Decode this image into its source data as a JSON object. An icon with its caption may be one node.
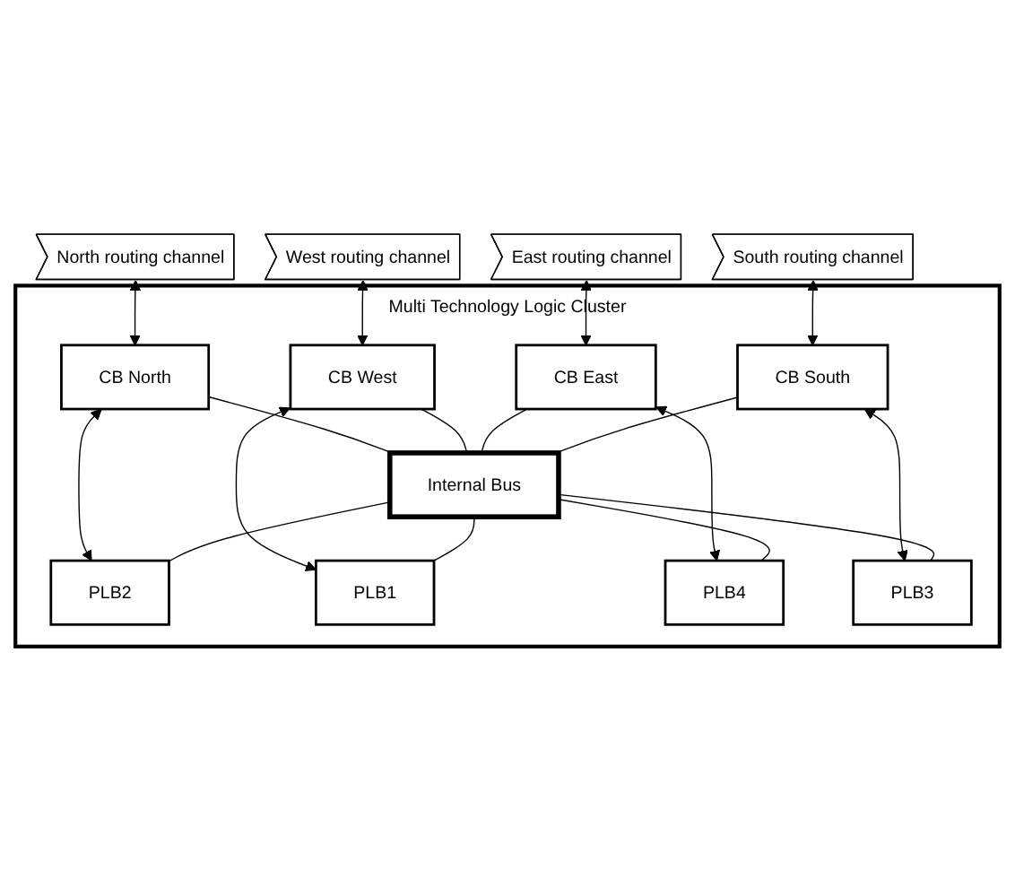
{
  "diagram": {
    "nodes": [
      {
        "text": [
          "North routing channel"
        ]
      },
      {
        "text": [
          "Multi Technology Logic Cluster"
        ]
      },
      {
        "text": [
          "CB North"
        ],
        "in": 1
      },
      {
        "text": [
          "Internal Bus"
        ],
        "in": 1
      },
      {
        "text": [
          "PLB2"
        ],
        "in": 1
      },
      {
        "text": [
          "West routing channel"
        ]
      },
      {
        "text": [
          "CB West"
        ],
        "in": 1
      },
      {
        "text": [
          "PLB1"
        ],
        "in": 1
      },
      {
        "text": [
          "PLB4"
        ],
        "in": 1
      },
      {
        "text": [
          "CB East"
        ],
        "in": 1
      },
      {
        "text": [
          "East routing channel"
        ]
      },
      {
        "text": [
          "PLB3"
        ],
        "in": 1
      },
      {
        "text": [
          "CB South"
        ],
        "in": 1
      },
      {
        "text": [
          "South routing channel"
        ]
      }
    ],
    "edges": [
      {
        "from": 0,
        "to": 2,
        "arrow": "both"
      },
      {
        "from": 2,
        "to": 4,
        "arrow": "both"
      },
      {
        "from": 2,
        "to": 3,
        "arrow": "none"
      },
      {
        "from": 3,
        "to": 4,
        "arrow": "none"
      },
      {
        "from": 5,
        "to": 6,
        "arrow": "both"
      },
      {
        "from": 6,
        "to": 7,
        "arrow": "both"
      },
      {
        "from": 6,
        "to": 3,
        "arrow": "none"
      },
      {
        "from": 3,
        "to": 7,
        "arrow": "none"
      },
      {
        "from": 9,
        "to": 8,
        "arrow": "both"
      },
      {
        "from": 9,
        "to": 3,
        "arrow": "none"
      },
      {
        "from": 3,
        "to": 8,
        "arrow": "none"
      },
      {
        "from": 10,
        "to": 9,
        "arrow": "both"
      },
      {
        "from": 12,
        "to": 11,
        "arrow": "both"
      },
      {
        "from": 12,
        "to": 3,
        "arrow": "none"
      },
      {
        "from": 3,
        "to": 11,
        "arrow": "none"
      },
      {
        "from": 13,
        "to": 12,
        "arrow": "both"
      }
    ]
  }
}
